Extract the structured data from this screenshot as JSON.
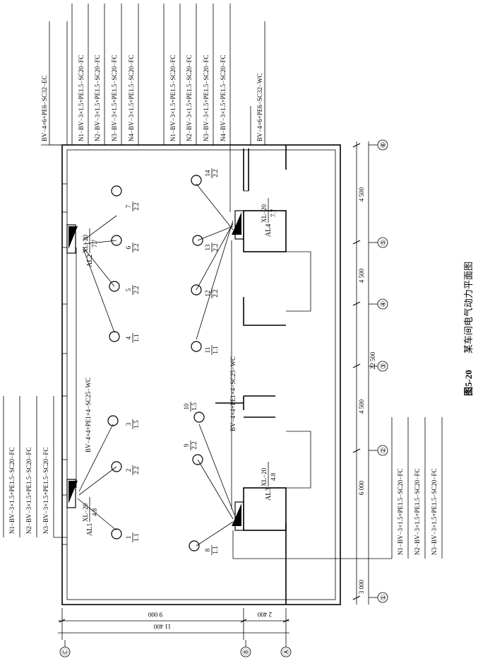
{
  "figure": {
    "number": "图5-20",
    "title": "某车间电气动力平面图"
  },
  "axes": {
    "vertical": [
      "①",
      "②",
      "③",
      "④",
      "⑤",
      "⑥"
    ],
    "horizontal": [
      "Ⓐ",
      "Ⓑ",
      "Ⓒ"
    ]
  },
  "dimensions": {
    "bays": [
      "3 000",
      "6 000",
      "4 500",
      "4 500",
      "4 500"
    ],
    "total_length": "22 500",
    "width_parts": [
      "2 400",
      "9 000"
    ],
    "total_width": "11 400"
  },
  "panels": {
    "AL1": {
      "label": "AL1",
      "model": "XL−20",
      "power": "4.8"
    },
    "AL2": {
      "label": "AL2",
      "model": "XL−20",
      "power": "7.7"
    },
    "AL3": {
      "label": "AL3",
      "model": "XL−20",
      "power": "4.8"
    },
    "AL4": {
      "label": "AL4",
      "model": "XL−20",
      "power": "7.7"
    }
  },
  "motors": [
    {
      "no": "1",
      "kw": "1.1"
    },
    {
      "no": "2",
      "kw": "2.2"
    },
    {
      "no": "3",
      "kw": "1.5"
    },
    {
      "no": "4",
      "kw": "1.1"
    },
    {
      "no": "5",
      "kw": "2.2"
    },
    {
      "no": "6",
      "kw": "2.2"
    },
    {
      "no": "7",
      "kw": "2.2"
    },
    {
      "no": "8",
      "kw": "1.1"
    },
    {
      "no": "9",
      "kw": "2.2"
    },
    {
      "no": "10",
      "kw": "1.5"
    },
    {
      "no": "11",
      "kw": "1.1"
    },
    {
      "no": "12",
      "kw": "2.2"
    },
    {
      "no": "13",
      "kw": "2.2"
    },
    {
      "no": "14",
      "kw": "2.2"
    }
  ],
  "feeders": {
    "main_top": "BV−4×6+PE6−SC32−EC",
    "main_bottom": "BV−4×6+PE6−SC32−WC",
    "link_top": "BV−4×4+PE1×4−SC25−WC",
    "link_bottom": "BV−4×4+PE1×4−SC25−WC"
  },
  "circuits": {
    "al1": [
      "N1−BV−3×1.5+PE1.5−SC20−FC",
      "N2−BV−3×1.5+PE1.5−SC20−FC",
      "N3−BV−3×1.5+PE1.5−SC20−FC"
    ],
    "al2": [
      "N1−BV−3×1.5+PE1.5−SC20−FC",
      "N2−BV−3×1.5+PE1.5−SC20−FC",
      "N3−BV−3×1.5+PE1.5−SC20−FC",
      "N4−BV−3×1.5+PE1.5−SC20−FC"
    ],
    "al3": [
      "N1−BV−3×1.5+PE1.5−SC20−FC",
      "N2−BV−3×1.5+PE1.5−SC20−FC",
      "N3−BV−3×1.5+PE1.5−SC20−FC"
    ],
    "al4": [
      "N1−BV−3×1.5+PE1.5−SC20−FC",
      "N2−BV−3×1.5+PE1.5−SC20−FC",
      "N3−BV−3×1.5+PE1.5−SC20−FC",
      "N4−BV−3×1.5+PE1.5−SC20−FC"
    ]
  }
}
